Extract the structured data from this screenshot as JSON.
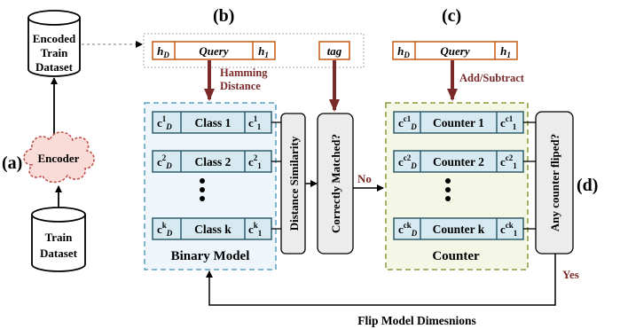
{
  "labels": {
    "a": "(a)",
    "b": "(b)",
    "c": "(c)",
    "d": "(d)"
  },
  "left": {
    "encoded_dataset": [
      "Encoded",
      "Train",
      "Dataset"
    ],
    "encoder": "Encoder",
    "train_dataset": [
      "Train",
      "Dataset"
    ]
  },
  "query_b": {
    "hd": "h",
    "hd_sub": "D",
    "query": "Query",
    "h1": "h",
    "h1_sub": "1"
  },
  "tag": "tag",
  "hamming": [
    "Hamming",
    "Distance"
  ],
  "binary_model": {
    "title": "Binary Model",
    "rows": [
      {
        "left_base": "c",
        "left_sup": "1",
        "left_sub": "D",
        "label": "Class 1",
        "right_base": "c",
        "right_sup": "1",
        "right_sub": "1"
      },
      {
        "left_base": "c",
        "left_sup": "2",
        "left_sub": "D",
        "label": "Class 2",
        "right_base": "c",
        "right_sup": "2",
        "right_sub": "1"
      },
      {
        "left_base": "c",
        "left_sup": "k",
        "left_sub": "D",
        "label": "Class k",
        "right_base": "c",
        "right_sup": "k",
        "right_sub": "1"
      }
    ]
  },
  "distance_similarity": "Distance Similarity",
  "correctly_matched": "Correctly Matched?",
  "no_label": "No",
  "query_c": {
    "hd": "h",
    "hd_sub": "D",
    "query": "Query",
    "h1": "h",
    "h1_sub": "1"
  },
  "add_subtract": "Add/Subtract",
  "counter": {
    "title": "Counter",
    "rows": [
      {
        "left_base": "c",
        "left_sup": "c1",
        "left_sub": "D",
        "label": "Counter 1",
        "right_base": "c",
        "right_sup": "c1",
        "right_sub": "1"
      },
      {
        "left_base": "c",
        "left_sup": "c2",
        "left_sub": "D",
        "label": "Counter 2",
        "right_base": "c",
        "right_sup": "c2",
        "right_sub": "1"
      },
      {
        "left_base": "c",
        "left_sup": "ck",
        "left_sub": "D",
        "label": "Counter k",
        "right_base": "c",
        "right_sup": "ck",
        "right_sub": "1"
      }
    ]
  },
  "any_counter": "Any counter fliped?",
  "yes_label": "Yes",
  "flip_label": "Flip Model Dimesnions",
  "colors": {
    "dark_red": "#7b2a2a",
    "orange_border": "#c55a11",
    "binary_bg": "#eef6fb",
    "binary_border": "#5a9fc0",
    "counter_bg": "#f4f7e6",
    "counter_border": "#8a9a3b",
    "cell_bg": "#d7eaf1",
    "cell_border": "#2e5d6e",
    "gray_box": "#ececec",
    "cloud": "#f9dcd8",
    "cloud_border": "#c0504d"
  }
}
